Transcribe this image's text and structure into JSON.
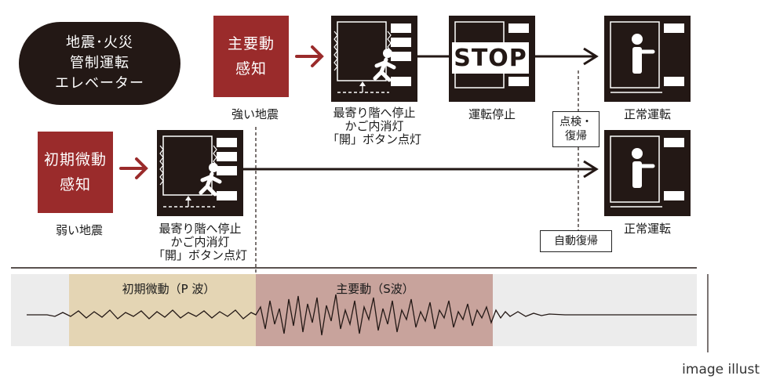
{
  "title_pill": {
    "lines": [
      "地震･火災",
      "管制運転",
      "エレベーター"
    ]
  },
  "main_row": {
    "sensor_lines": [
      "主要動",
      "感知"
    ],
    "sensor_caption": "強い地震",
    "stop_caption_lines": [
      "最寄り階へ停止",
      "かご内消灯",
      "「開」ボタン点灯"
    ],
    "stop_sign": "STOP",
    "stop_sign_caption": "運転停止",
    "normal_caption": "正常運転",
    "recover_lines": [
      "点検・",
      "復帰"
    ]
  },
  "p_row": {
    "sensor_lines": [
      "初期微動",
      "感知"
    ],
    "sensor_caption": "弱い地震",
    "stop_caption_lines": [
      "最寄り階へ停止",
      "かご内消灯",
      "「開」ボタン点灯"
    ],
    "normal_caption": "正常運転",
    "auto_recover": "自動復帰"
  },
  "waveform": {
    "p_wave_label": "初期微動（P 波）",
    "s_wave_label": "主要動（S波）"
  },
  "footer_note": "image illust",
  "colors": {
    "dark": "#231815",
    "red": "#9a2b2b",
    "p_band": "#e4d5b4",
    "s_band": "#c8a39c",
    "band_bg": "#ececec"
  }
}
